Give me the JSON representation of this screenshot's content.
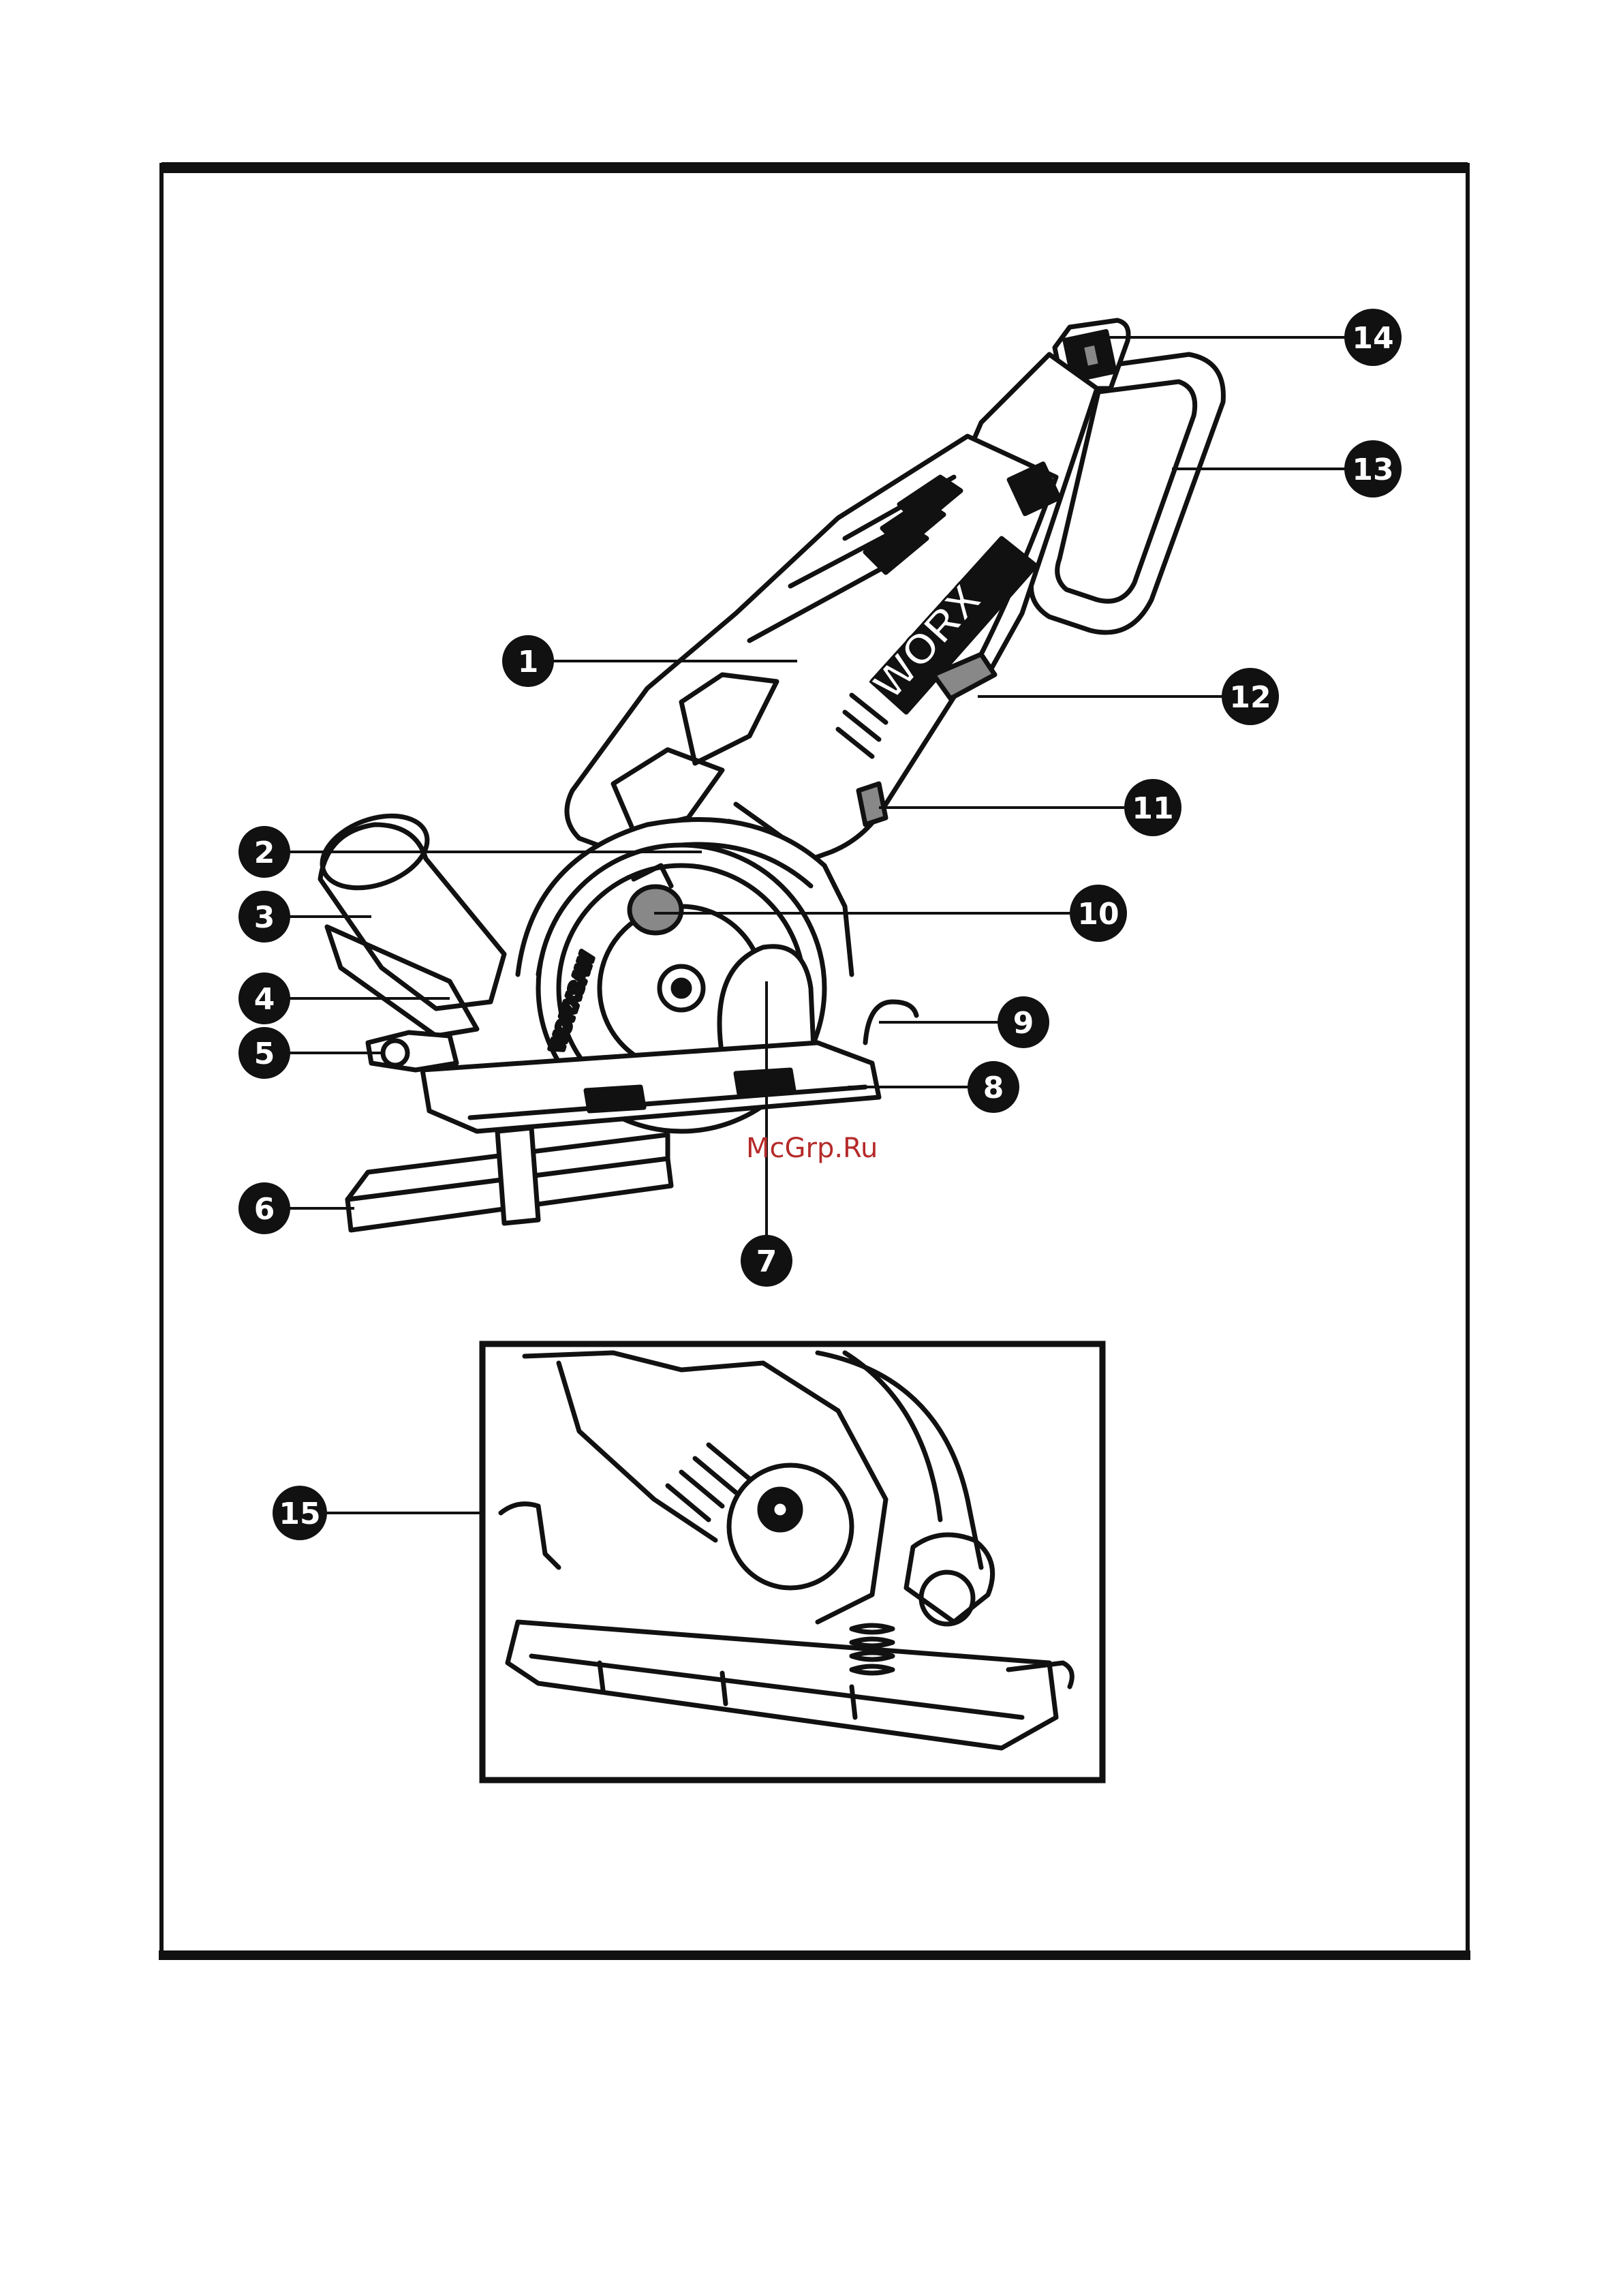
{
  "watermark": "McGrp.Ru",
  "blade": {
    "brand_text": "WORXSAW",
    "arrow_text": "→"
  },
  "tool": {
    "brand_text": "WORX"
  },
  "colors": {
    "ink": "#111111",
    "paper": "#ffffff",
    "watermark": "#b52a2a"
  },
  "callouts": [
    {
      "number": "1"
    },
    {
      "number": "2"
    },
    {
      "number": "3"
    },
    {
      "number": "4"
    },
    {
      "number": "5"
    },
    {
      "number": "6"
    },
    {
      "number": "7"
    },
    {
      "number": "8"
    },
    {
      "number": "9"
    },
    {
      "number": "10"
    },
    {
      "number": "11"
    },
    {
      "number": "12"
    },
    {
      "number": "13"
    },
    {
      "number": "14"
    },
    {
      "number": "15"
    }
  ]
}
